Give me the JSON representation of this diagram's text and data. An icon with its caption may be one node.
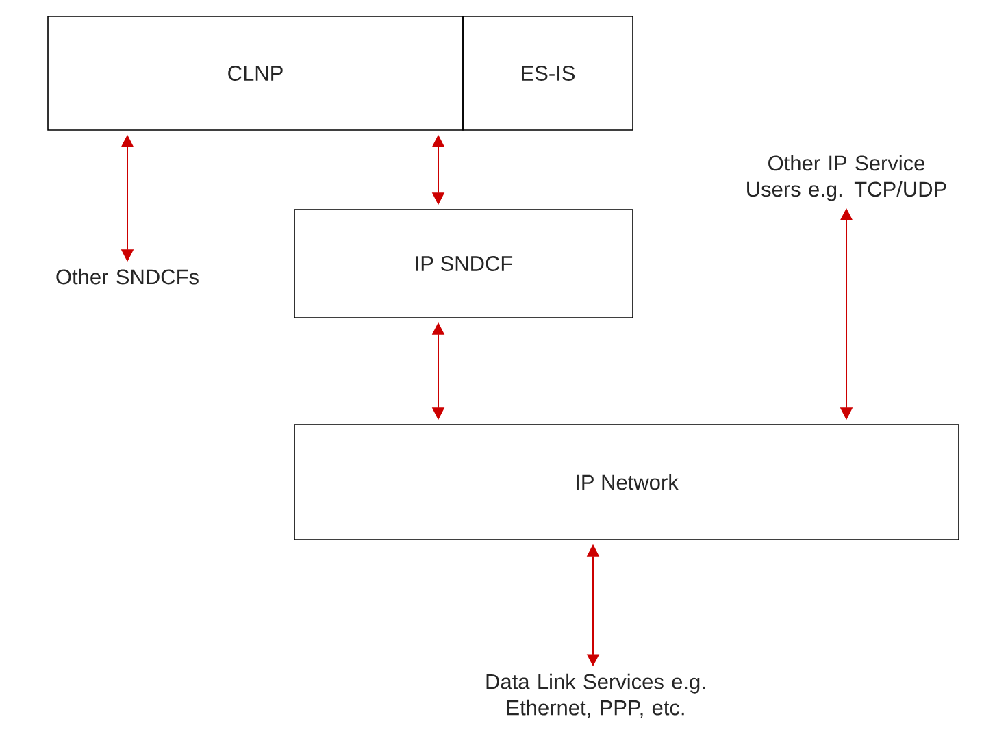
{
  "diagram": {
    "nodes": [
      {
        "text": [
          "CLNP"
        ]
      },
      {
        "text": [
          "ES-IS"
        ]
      },
      {
        "text": [
          "IP SNDCF"
        ]
      },
      {
        "text": [
          "IP Network"
        ]
      },
      {
        "text": [
          "Other SNDCFs"
        ]
      },
      {
        "text": [
          "Other IP Service Users e.g. TCP/UDP"
        ]
      },
      {
        "text": [
          "Data Link Services e.g. Ethernet, PPP, etc."
        ]
      }
    ],
    "edges": [
      {
        "from": 0,
        "to": 4,
        "arrow": "both"
      },
      {
        "from": 0,
        "to": 2,
        "arrow": "both"
      },
      {
        "from": 2,
        "to": 3,
        "arrow": "both"
      },
      {
        "from": 3,
        "to": 5,
        "arrow": "both"
      },
      {
        "from": 3,
        "to": 6,
        "arrow": "both"
      }
    ]
  }
}
